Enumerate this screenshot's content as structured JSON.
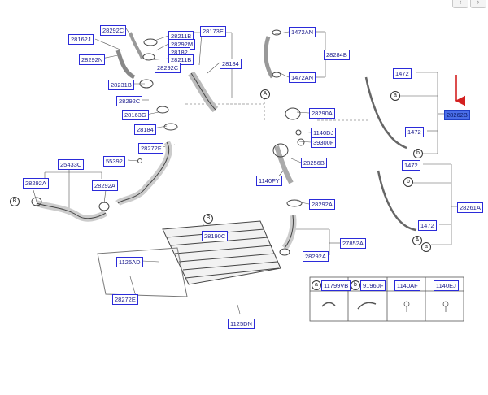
{
  "nav": {
    "prev_icon": "chevron-left-icon",
    "next_icon": "chevron-right-icon",
    "prev": "‹",
    "next": "›"
  },
  "labels": {
    "l28162J": "28162J",
    "l28292C_a": "28292C",
    "l28211B_a": "28211B",
    "l28292M": "28292M",
    "l28182": "28182",
    "l28211B_b": "28211B",
    "l28292N": "28292N",
    "l28292C_b": "28292C",
    "l28173E": "28173E",
    "l28184_a": "28184",
    "l1472AN_a": "1472AN",
    "l28284B": "28284B",
    "l1472AN_b": "1472AN",
    "l1472_1": "1472",
    "l28262B": "28262B",
    "l1472_2": "1472",
    "l28231B": "28231B",
    "l28292C_c": "28292C",
    "l28163G": "28163G",
    "l28184_b": "28184",
    "l28290A": "28290A",
    "l1140DJ": "1140DJ",
    "l39300F": "39300F",
    "l28272F": "28272F",
    "l55392": "55392",
    "l25433C": "25433C",
    "l28292A_a": "28292A",
    "l28292A_b": "28292A",
    "l28256B": "28256B",
    "l1140FY": "1140FY",
    "l1472_3": "1472",
    "l28261A": "28261A",
    "l28292A_c": "28292A",
    "l1472_4": "1472",
    "l28190C": "28190C",
    "l27852A": "27852A",
    "l28292A_d": "28292A",
    "l1125AD": "1125AD",
    "l28272E": "28272E",
    "l1125DN": "1125DN",
    "l11799VB": "11799VB",
    "l91960F": "91960F",
    "l1140AF": "1140AF",
    "l1140EJ": "1140EJ"
  },
  "callouts": {
    "ref_A": "A",
    "ref_B": "B",
    "ref_a": "a",
    "ref_b": "b"
  },
  "colors": {
    "label_border": "#2b2bd9",
    "highlight": "#4a6ee8",
    "arrow": "#d42020",
    "line": "#555555"
  }
}
